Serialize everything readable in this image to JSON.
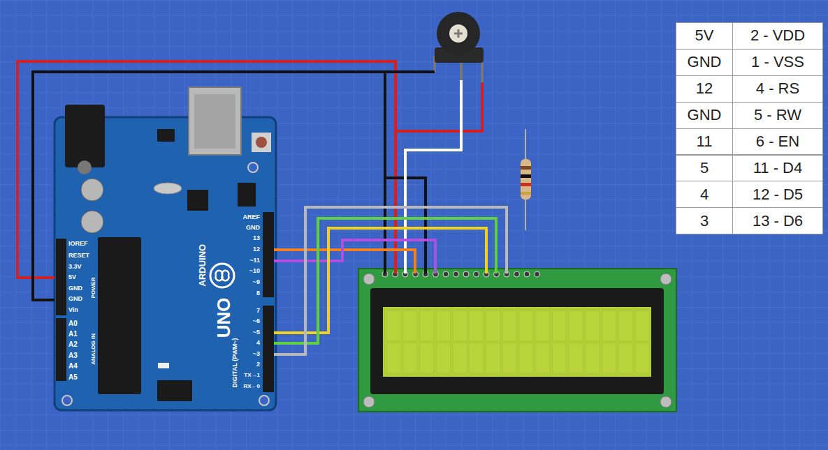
{
  "diagram": {
    "nodes": [
      {
        "text": [
          "AREF",
          "GND",
          "13",
          "12",
          "~11",
          "~10",
          "~9",
          "8",
          "7",
          "~6",
          "~5",
          "4",
          "~3",
          "2",
          "TX→1",
          "RX←0",
          "DIGITAL (PWM~)",
          "ARDUINO",
          "UNO",
          "IOREF",
          "RESET",
          "3.3V",
          "5V",
          "GND",
          "GND",
          "Vin",
          "POWER",
          "A0",
          "A1",
          "A2",
          "A3",
          "A4",
          "A5",
          "ANALOG IN"
        ]
      }
    ],
    "labels": [
      "5V",
      "2 - VDD",
      "GND",
      "1 - VSS",
      "12",
      "4 - RS",
      "GND",
      "5 - RW",
      "11",
      "6 - EN",
      "5",
      "11 - D4",
      "4",
      "12 - D5",
      "3",
      "13 - D6"
    ]
  }
}
